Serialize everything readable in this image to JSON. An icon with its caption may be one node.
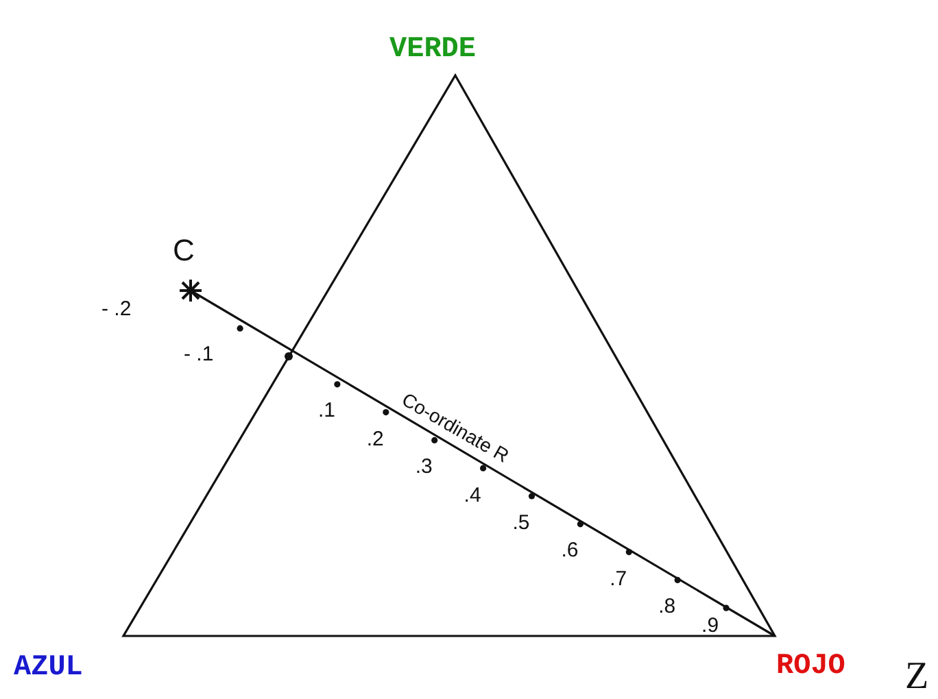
{
  "diagram": {
    "labels": [
      "VERDE",
      "C",
      "- .2",
      "- .1",
      ".1",
      ".2",
      ".3",
      ".4",
      ".5",
      ".6",
      ".7",
      ".8",
      ".9",
      "Co-ordinate R",
      "AZUL",
      "ROJO",
      "Z"
    ]
  }
}
